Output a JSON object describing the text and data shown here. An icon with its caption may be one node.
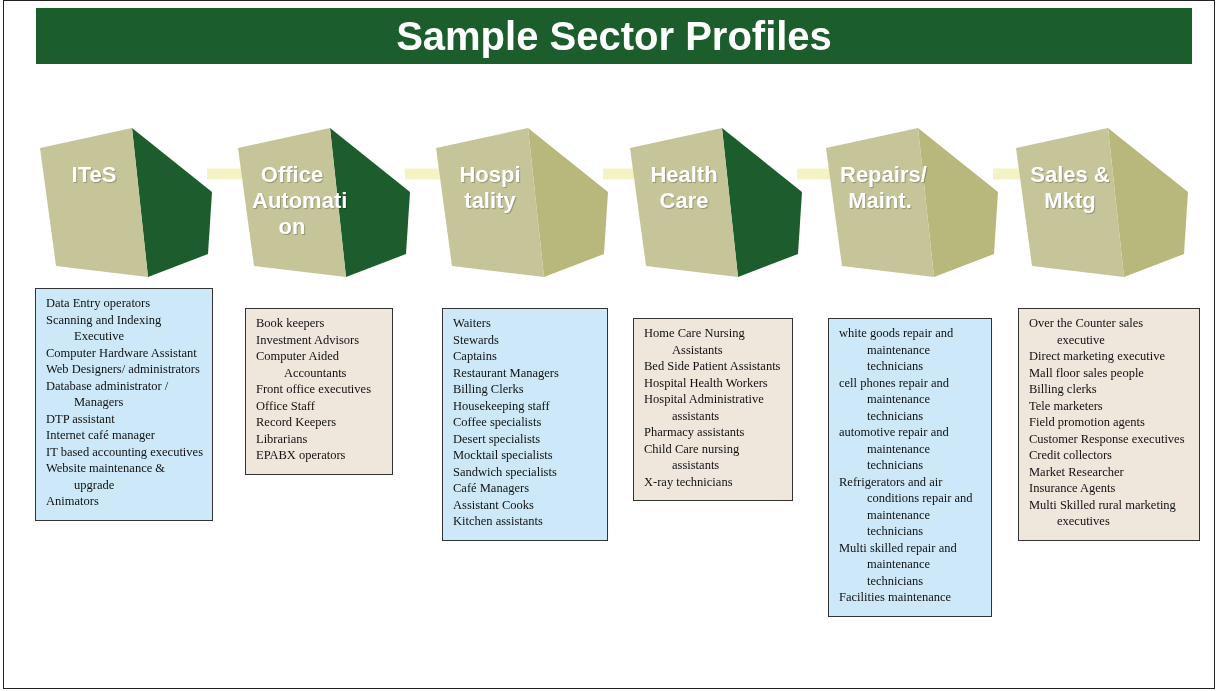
{
  "diagram": {
    "title": "Sample Sector Profiles",
    "nodes": [
      {
        "text": [
          "ITeS"
        ]
      },
      {
        "text": [
          "Office Automati on"
        ]
      },
      {
        "text": [
          "Hospi tality"
        ]
      },
      {
        "text": [
          "Health Care"
        ]
      },
      {
        "text": [
          "Repairs/ Maint."
        ]
      },
      {
        "text": [
          "Sales & Mktg"
        ]
      },
      {
        "text": [
          "Data Entry operators",
          "Scanning and Indexing Executive",
          "Computer Hardware Assistant",
          "Web Designers/ administrators",
          "Database administrator / Managers",
          "DTP assistant",
          "Internet café manager",
          "IT based accounting executives",
          "Website maintenance & upgrade",
          "Animators"
        ]
      },
      {
        "text": [
          "Book keepers",
          "Investment Advisors",
          "Computer Aided Accountants",
          "Front office executives",
          "Office Staff",
          "Record Keepers",
          "Librarians",
          "EPABX operators"
        ]
      },
      {
        "text": [
          "Waiters",
          "Stewards",
          "Captains",
          "Restaurant Managers",
          "Billing Clerks",
          "Housekeeping staff",
          "Coffee specialists",
          "Desert specialists",
          "Mocktail specialists",
          "Sandwich specialists",
          "Café Managers",
          "Assistant Cooks",
          "Kitchen assistants"
        ]
      },
      {
        "text": [
          "Home Care Nursing Assistants",
          "Bed Side Patient Assistants",
          "Hospital Health Workers",
          "Hospital Administrative assistants",
          "Pharmacy assistants",
          "Child Care nursing assistants",
          "X-ray technicians"
        ]
      },
      {
        "text": [
          "white goods repair and maintenance technicians",
          "cell phones repair and maintenance technicians",
          "automotive repair and maintenance technicians",
          "Refrigerators and air conditions repair and maintenance technicians",
          "Multi skilled repair and maintenance technicians",
          "Facilities maintenance"
        ]
      },
      {
        "text": [
          "Over the Counter sales executive",
          "Direct marketing executive",
          "Mall floor sales people",
          "Billing clerks",
          "Tele marketers",
          "Field promotion agents",
          "Customer Response executives",
          "Credit collectors",
          "Market Researcher",
          "Insurance Agents",
          "Multi Skilled rural marketing executives"
        ]
      }
    ],
    "edges": [
      {
        "from": 0,
        "to": 1,
        "arrow": "none"
      },
      {
        "from": 1,
        "to": 2,
        "arrow": "none"
      },
      {
        "from": 2,
        "to": 3,
        "arrow": "none"
      },
      {
        "from": 3,
        "to": 4,
        "arrow": "none"
      },
      {
        "from": 4,
        "to": 5,
        "arrow": "none"
      }
    ]
  }
}
